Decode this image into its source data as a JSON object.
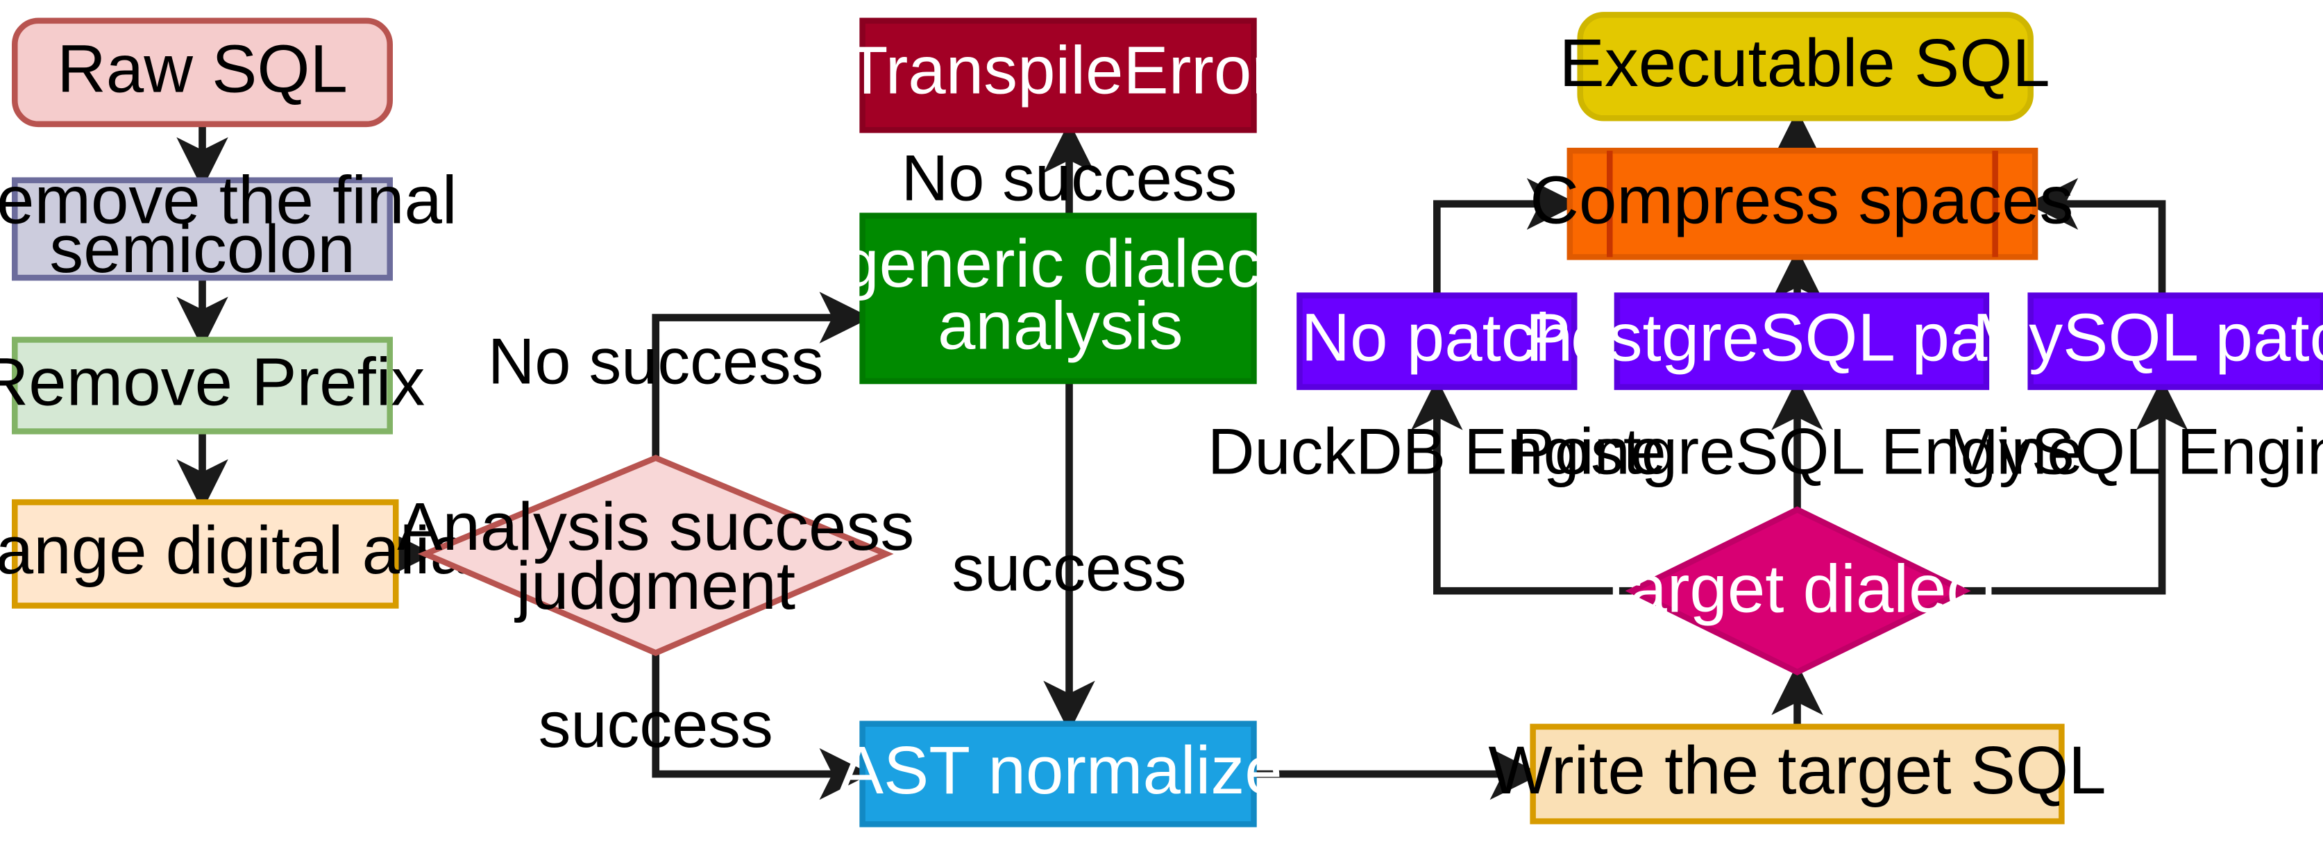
{
  "diagram": {
    "title": "SQL transpilation pipeline flowchart",
    "background": "#ffffff",
    "edge_color": "#1a1a1a"
  },
  "nodes": {
    "raw_sql": {
      "label": "Raw SQL",
      "fill": "#f5cccc",
      "stroke": "#b85450",
      "text_color": "#000000",
      "shape": "rounded-rect"
    },
    "remove_semicolon": {
      "label_line1": "Remove the final",
      "label_line2": "semicolon",
      "fill": "#ccccdd",
      "stroke": "#6c6c9c",
      "text_color": "#000000",
      "shape": "rect"
    },
    "remove_prefix": {
      "label": "Remove Prefix",
      "fill": "#d5e8d4",
      "stroke": "#82b366",
      "text_color": "#000000",
      "shape": "rect"
    },
    "change_alias": {
      "label": "Change digital alias",
      "fill": "#ffe6cc",
      "stroke": "#d79b00",
      "text_color": "#000000",
      "shape": "rect"
    },
    "analysis_judgment": {
      "label_line1": "Analysis success",
      "label_line2": "judgment",
      "fill": "#f8d7d7",
      "stroke": "#b85450",
      "text_color": "#000000",
      "shape": "diamond"
    },
    "transpile_error": {
      "label": "TranspileError",
      "fill": "#a20025",
      "stroke": "#6d001a",
      "text_color": "#ffffff",
      "shape": "rect"
    },
    "generic_dialect": {
      "label_line1": "generic dialect",
      "label_line2": "analysis",
      "fill": "#008a00",
      "stroke": "#005700",
      "text_color": "#ffffff",
      "shape": "rect"
    },
    "ast_normalize": {
      "label": "AST normalize",
      "fill": "#1ba1e2",
      "stroke": "#006eaf",
      "text_color": "#ffffff",
      "shape": "rect"
    },
    "write_target_sql": {
      "label": "Write the target SQL",
      "fill": "#fae0b5",
      "stroke": "#d79b00",
      "text_color": "#000000",
      "shape": "rect"
    },
    "target_dialect": {
      "label": "Target dialect",
      "fill": "#d80073",
      "stroke": "#a50040",
      "text_color": "#ffffff",
      "shape": "diamond"
    },
    "no_patch": {
      "label": "No patch",
      "fill": "#6a00ff",
      "stroke": "#3700cc",
      "text_color": "#ffffff",
      "shape": "rect"
    },
    "postgresql_patch": {
      "label": "PostgreSQL patch",
      "fill": "#6a00ff",
      "stroke": "#3700cc",
      "text_color": "#ffffff",
      "shape": "rect"
    },
    "mysql_patch": {
      "label": "MySQL patch",
      "fill": "#6a00ff",
      "stroke": "#3700cc",
      "text_color": "#ffffff",
      "shape": "rect"
    },
    "compress_spaces": {
      "label": "Compress spaces",
      "fill": "#fa6800",
      "stroke": "#c73500",
      "text_color": "#000000",
      "shape": "subroutine"
    },
    "executable_sql": {
      "label": "Executable SQL",
      "fill": "#e3c800",
      "stroke": "#b09500",
      "text_color": "#000000",
      "shape": "rounded-rect"
    }
  },
  "edge_labels": {
    "judgment_no_success": "No success",
    "judgment_success": "success",
    "dialect_no_success": "No success",
    "dialect_success": "success",
    "duckdb_engine": "DuckDB Engine",
    "postgresql_engine": "PostgreSQL Engine",
    "mysql_engine": "MySQL Engine"
  },
  "edges": [
    {
      "from": "raw_sql",
      "to": "remove_semicolon",
      "label": ""
    },
    {
      "from": "remove_semicolon",
      "to": "remove_prefix",
      "label": ""
    },
    {
      "from": "remove_prefix",
      "to": "change_alias",
      "label": ""
    },
    {
      "from": "change_alias",
      "to": "analysis_judgment",
      "label": ""
    },
    {
      "from": "analysis_judgment",
      "to": "generic_dialect",
      "label": "No success"
    },
    {
      "from": "analysis_judgment",
      "to": "ast_normalize",
      "label": "success"
    },
    {
      "from": "generic_dialect",
      "to": "transpile_error",
      "label": "No success"
    },
    {
      "from": "generic_dialect",
      "to": "ast_normalize",
      "label": "success"
    },
    {
      "from": "ast_normalize",
      "to": "write_target_sql",
      "label": ""
    },
    {
      "from": "write_target_sql",
      "to": "target_dialect",
      "label": ""
    },
    {
      "from": "target_dialect",
      "to": "no_patch",
      "label": "DuckDB Engine"
    },
    {
      "from": "target_dialect",
      "to": "postgresql_patch",
      "label": "PostgreSQL Engine"
    },
    {
      "from": "target_dialect",
      "to": "mysql_patch",
      "label": "MySQL Engine"
    },
    {
      "from": "no_patch",
      "to": "compress_spaces",
      "label": ""
    },
    {
      "from": "postgresql_patch",
      "to": "compress_spaces",
      "label": ""
    },
    {
      "from": "mysql_patch",
      "to": "compress_spaces",
      "label": ""
    },
    {
      "from": "compress_spaces",
      "to": "executable_sql",
      "label": ""
    }
  ]
}
